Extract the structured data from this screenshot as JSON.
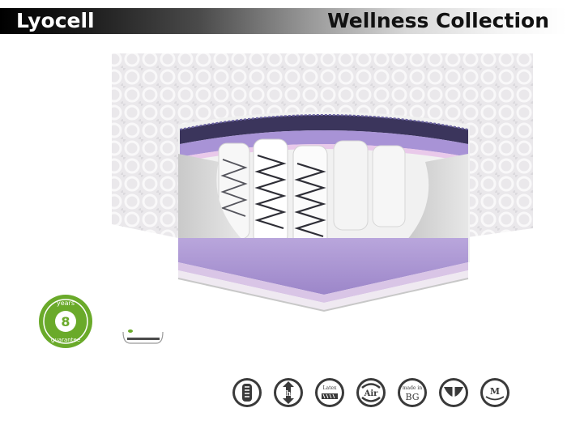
{
  "header": {
    "brand": "Lyocell",
    "collection": "Wellness Collection"
  },
  "guarantee": {
    "top_text": "years",
    "number": "8",
    "bottom_text": "guarantee",
    "color": "#6aaa2a"
  },
  "features": [
    {
      "icon": "zipper-pillow-icon",
      "label": ""
    },
    {
      "icon": "height-arrows-icon",
      "label": "h"
    },
    {
      "icon": "latex-layer-icon",
      "label": "Latex"
    },
    {
      "icon": "air-circulation-icon",
      "label": "Air"
    },
    {
      "icon": "made-in-bg-icon",
      "label_top": "made in",
      "label": "BG"
    },
    {
      "icon": "zipper-cover-icon",
      "label": ""
    },
    {
      "icon": "medium-firmness-icon",
      "label": "M"
    }
  ]
}
